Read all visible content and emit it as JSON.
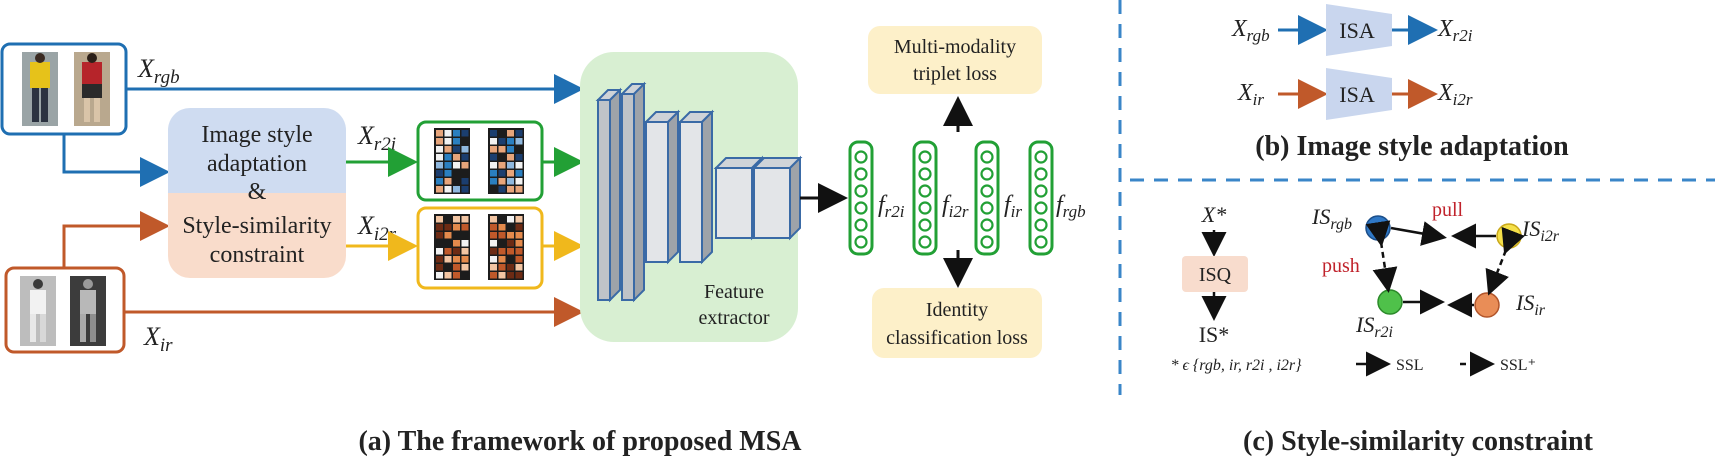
{
  "colors": {
    "rgb_blue": "#1f6fb2",
    "ir_orange": "#c0592a",
    "green": "#22a035",
    "yellow": "#f0b81c",
    "red_text": "#c0222b",
    "isa_fill": "#c9d6ee",
    "isq_fill": "#f8dccd",
    "extractor_fill": "#d8efd2",
    "loss_fill": "#fdf0c9",
    "divider": "#3a86c8"
  },
  "labels": {
    "x_rgb": {
      "base": "X",
      "sub": "rgb"
    },
    "x_ir": {
      "base": "X",
      "sub": "ir"
    },
    "x_r2i": {
      "base": "X",
      "sub": "r2i"
    },
    "x_i2r": {
      "base": "X",
      "sub": "i2r"
    },
    "isa_module_line1": "Image style",
    "isa_module_line2": "adaptation",
    "isa_module_amp": "&",
    "ssc_module_line1": "Style-similarity",
    "ssc_module_line2": "constraint",
    "extractor_line1": "Feature",
    "extractor_line2": "extractor",
    "features": [
      {
        "base": "f",
        "sub": "r2i"
      },
      {
        "base": "f",
        "sub": "i2r"
      },
      {
        "base": "f",
        "sub": "ir"
      },
      {
        "base": "f",
        "sub": "rgb"
      }
    ],
    "triplet_line1": "Multi-modality",
    "triplet_line2": "triplet loss",
    "identity_line1": "Identity",
    "identity_line2": "classification loss"
  },
  "panel_b": {
    "in_rgb": {
      "base": "X",
      "sub": "rgb"
    },
    "out_r2i": {
      "base": "X",
      "sub": "r2i"
    },
    "in_ir": {
      "base": "X",
      "sub": "ir"
    },
    "out_i2r": {
      "base": "X",
      "sub": "i2r"
    },
    "isa": "ISA"
  },
  "panel_c": {
    "x_star": "X*",
    "isq": "ISQ",
    "is_star": "IS*",
    "set_note": "* ϵ {rgb, ir, r2i , i2r}",
    "is_rgb": {
      "base": "IS",
      "sub": "rgb"
    },
    "is_i2r": {
      "base": "IS",
      "sub": "i2r"
    },
    "is_r2i": {
      "base": "IS",
      "sub": "r2i"
    },
    "is_ir": {
      "base": "IS",
      "sub": "ir"
    },
    "pull": "pull",
    "push": "push",
    "ssl": "SSL",
    "ssl_plus": "SSL⁺"
  },
  "captions": {
    "a": "(a) The framework of proposed MSA",
    "b": "(b) Image style adaptation",
    "c": "(c) Style-similarity constraint"
  }
}
